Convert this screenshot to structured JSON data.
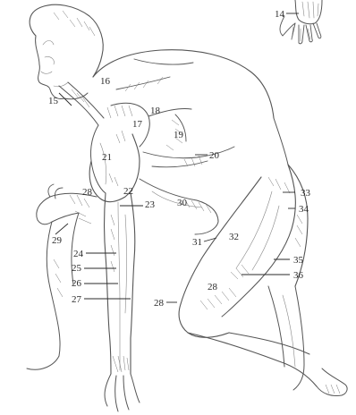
{
  "figure": {
    "labels": [
      {
        "id": "l14",
        "text": "14"
      },
      {
        "id": "l15",
        "text": "15"
      },
      {
        "id": "l16",
        "text": "16"
      },
      {
        "id": "l17",
        "text": "17"
      },
      {
        "id": "l18",
        "text": "18"
      },
      {
        "id": "l19",
        "text": "19"
      },
      {
        "id": "l20",
        "text": "20"
      },
      {
        "id": "l21",
        "text": "21"
      },
      {
        "id": "l22",
        "text": "22"
      },
      {
        "id": "l23",
        "text": "23"
      },
      {
        "id": "l24",
        "text": "24"
      },
      {
        "id": "l25",
        "text": "25"
      },
      {
        "id": "l26",
        "text": "26"
      },
      {
        "id": "l27",
        "text": "27"
      },
      {
        "id": "l28a",
        "text": "28"
      },
      {
        "id": "l28b",
        "text": "28"
      },
      {
        "id": "l28c",
        "text": "28"
      },
      {
        "id": "l29",
        "text": "29"
      },
      {
        "id": "l30",
        "text": "30"
      },
      {
        "id": "l31",
        "text": "31"
      },
      {
        "id": "l32",
        "text": "32"
      },
      {
        "id": "l33",
        "text": "33"
      },
      {
        "id": "l34",
        "text": "34"
      },
      {
        "id": "l35",
        "text": "35"
      },
      {
        "id": "l36",
        "text": "36"
      }
    ]
  }
}
